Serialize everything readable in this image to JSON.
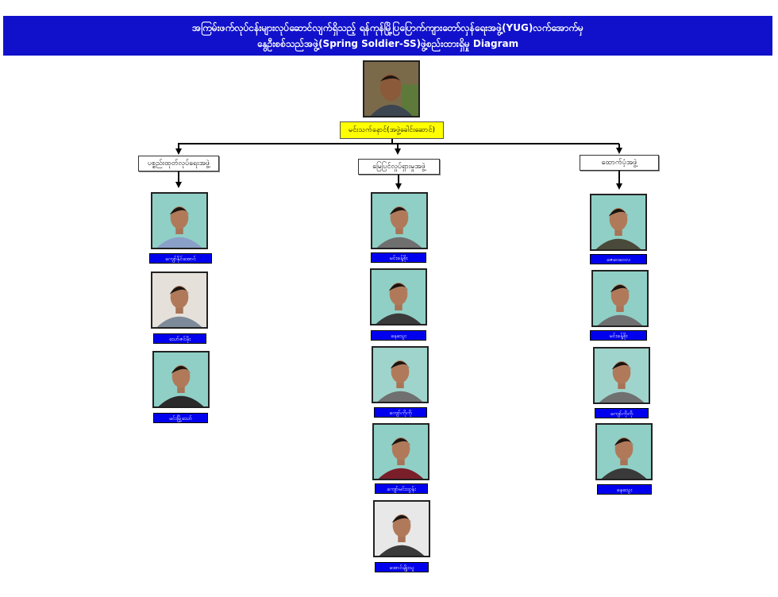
{
  "header": {
    "line1": "အကြမ်းဖက်လုပ်ငန်းများလုပ်ဆောင်လျက်ရှိသည့် ရန်ကုန်မြို့ပြပြောက်ကျားတော်လှန်ရေးအဖွဲ့(YUG)လက်အောက်မှ",
    "line2": "နွေဦးစစ်သည်အဖွဲ့(Spring Soldier-SS)ဖွဲ့စည်းထားရှိမှု Diagram"
  },
  "leader": {
    "name": "မင်းသက်နောင်(အဖွဲ့ခေါင်းဆောင်)",
    "photo_bg": "#7a6a4a"
  },
  "groups": [
    {
      "label": "ပစ္စည်းထုတ်လုပ်ရေးအဖွဲ့",
      "members": [
        {
          "name": "ကျော်နိုင်အောင်",
          "bg": "#8fcfc6",
          "shirt": "#8aa0c8"
        },
        {
          "name": "သော်ဇင်မိုး",
          "bg": "#e6e0da",
          "shirt": "#7d8a99"
        },
        {
          "name": "မင်းမြို့သော်",
          "bg": "#8fcfc6",
          "shirt": "#2a2a2a"
        }
      ]
    },
    {
      "label": "မြေပြင်လှုပ်ရှားမှုအဖွဲ့",
      "members": [
        {
          "name": "မင်းခန့်စိုး",
          "bg": "#8fcfc6",
          "shirt": "#6f6f6f"
        },
        {
          "name": "နေသွေး",
          "bg": "#8fcfc6",
          "shirt": "#3a3a3a"
        },
        {
          "name": "ကျော်ကိုကို",
          "bg": "#9fd4cc",
          "shirt": "#707070"
        },
        {
          "name": "ကျော်မင်းထွန်း",
          "bg": "#8fcfc6",
          "shirt": "#7a1e2a"
        },
        {
          "name": "အောင်မျိုးသူ",
          "bg": "#e8e8e8",
          "shirt": "#3a3a3a"
        }
      ]
    },
    {
      "label": "ထောက်ပံ့အဖွဲ့",
      "members": [
        {
          "name": "ဇေဝေဝေလ",
          "bg": "#8fcfc6",
          "shirt": "#4a4a3a"
        },
        {
          "name": "မင်းခန့်စိုး",
          "bg": "#8fcfc6",
          "shirt": "#6f6f6f"
        },
        {
          "name": "ကျော်ကိုကို",
          "bg": "#9fd4cc",
          "shirt": "#707070"
        },
        {
          "name": "နေသွေး",
          "bg": "#8fcfc6",
          "shirt": "#3a3a3a"
        }
      ]
    }
  ]
}
